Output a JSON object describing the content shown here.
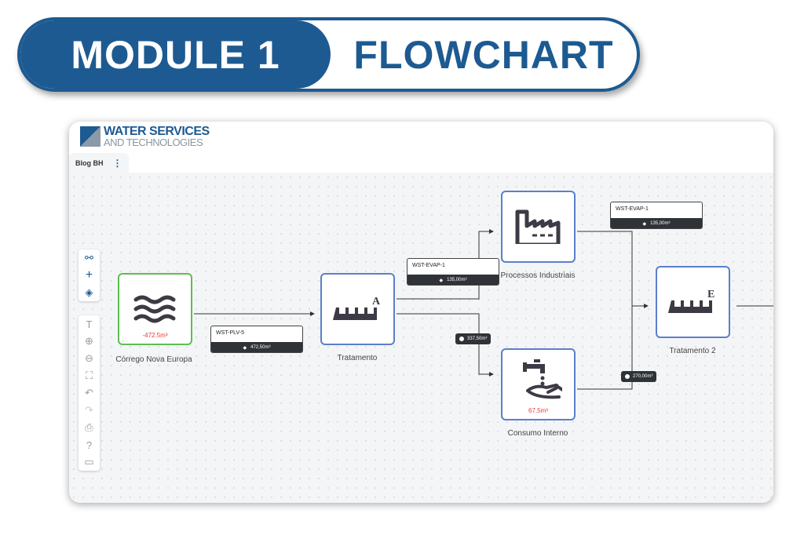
{
  "banner": {
    "left": "MODULE 1",
    "right": "FLOWCHART"
  },
  "app": {
    "logo_line1": "WATER SERVICES",
    "logo_line2": "AND TECHNOLOGIES",
    "tab": "Blog BH",
    "tab_menu": "⋮"
  },
  "colors": {
    "brand": "#1d5a91",
    "source_border": "#5cbf4f",
    "node_border": "#5b7fc9",
    "negative": "#e53935"
  },
  "toolbar": {
    "top": [
      "flow-icon",
      "plus-icon",
      "layers-icon"
    ],
    "bottom": [
      "text-icon",
      "zoom-in-icon",
      "zoom-out-icon",
      "fit-icon",
      "undo-icon",
      "redo-icon",
      "print-icon",
      "help-icon",
      "comment-icon"
    ]
  },
  "nodes": {
    "source": {
      "label": "Córrego Nova Europa",
      "value": "-472.5m³",
      "icon": "waves-icon"
    },
    "treatment": {
      "label": "Tratamento",
      "letter": "A",
      "icon": "treatment-icon"
    },
    "industrial": {
      "label": "Processos Industriais",
      "icon": "factory-icon"
    },
    "internal": {
      "label": "Consumo Interno",
      "value": "67.5m³",
      "icon": "tap-hand-icon"
    },
    "treatment2": {
      "label": "Tratamento 2",
      "letter": "E",
      "icon": "treatment-icon"
    }
  },
  "edges": {
    "plv": {
      "name": "WST-PLV-5",
      "value": "472,50m³"
    },
    "evap1": {
      "name": "WST-EVAP-1",
      "value": "135,00m³"
    },
    "evap2": {
      "name": "WST-EVAP-1",
      "value": "135,00m³"
    },
    "internal_flow": {
      "value": "337,50m³"
    },
    "return_flow": {
      "value": "270,00m³"
    }
  }
}
